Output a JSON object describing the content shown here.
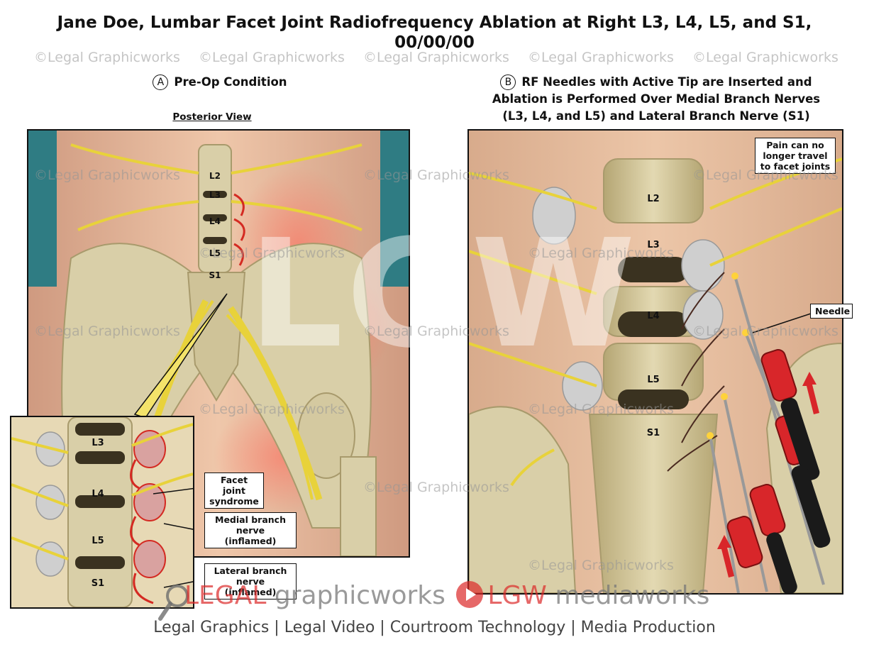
{
  "title_line1": "Jane Doe, Lumbar Facet Joint Radiofrequency Ablation at Right L3, L4, L5, and S1,",
  "title_line2": "00/00/00",
  "panel_a": {
    "letter": "A",
    "heading": "Pre-Op Condition",
    "subheading": "Posterior View",
    "vertebra_labels": [
      "L2",
      "L3",
      "L4",
      "L5",
      "S1"
    ],
    "inset_labels": [
      "L3",
      "L4",
      "L5",
      "S1"
    ],
    "callouts": {
      "facet_line1": "Facet joint",
      "facet_line2": "syndrome",
      "medial_line1": "Medial branch",
      "medial_line2": "nerve (inflamed)",
      "lateral_line1": "Lateral branch",
      "lateral_line2": "nerve (inflamed)"
    }
  },
  "panel_b": {
    "letter": "B",
    "heading_line1": "RF Needles with Active Tip are Inserted and",
    "heading_line2": "Ablation is Performed Over Medial Branch Nerves",
    "heading_line3": "(L3, L4, and L5) and Lateral Branch Nerve (S1)",
    "vertebra_labels": [
      "L2",
      "L3",
      "L4",
      "L5",
      "S1"
    ],
    "callouts": {
      "pain_line1": "Pain can no",
      "pain_line2": "longer travel",
      "pain_line3": "to facet joints",
      "needle": "Needle"
    }
  },
  "watermark": "©Legal Graphicworks",
  "center_mark": "LGW",
  "footer": {
    "brand_red": "LEGAL",
    "brand_grey": " graphicworks",
    "brand2_red": "LGW",
    "brand2_grey": " mediaworks",
    "tagline": "Legal Graphics | Legal Video | Courtroom Technology | Media Production"
  },
  "colors": {
    "bone": "#d9cfa8",
    "bone_dark": "#a89a6c",
    "skin": "#e9bfa2",
    "nerve": "#e8d23a",
    "inflamed": "#d42a22",
    "needle_red": "#d8262a",
    "needle_black": "#1a1a1a",
    "drape": "#2f7c83"
  }
}
